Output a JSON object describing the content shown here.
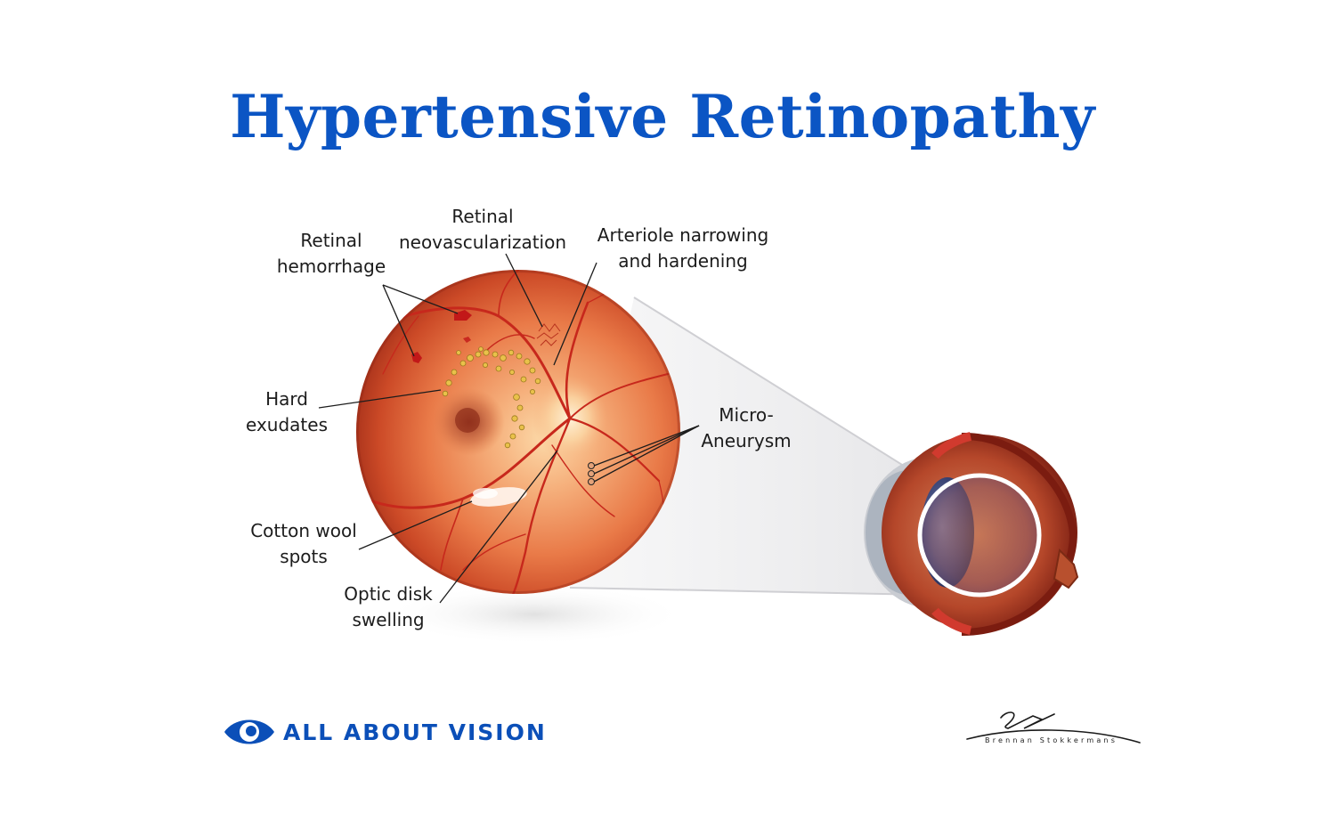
{
  "title": "Hypertensive Retinopathy",
  "labels": {
    "retinal_hemorrhage": [
      "Retinal",
      "hemorrhage"
    ],
    "retinal_neovascularization": [
      "Retinal",
      "neovascularization"
    ],
    "arteriole_narrowing": [
      "Arteriole narrowing",
      "and hardening"
    ],
    "hard_exudates": [
      "Hard",
      "exudates"
    ],
    "micro_aneurysm": [
      "Micro-",
      "Aneurysm"
    ],
    "cotton_wool_spots": [
      "Cotton wool",
      "spots"
    ],
    "optic_disk_swelling": [
      "Optic disk",
      "swelling"
    ]
  },
  "brand": {
    "name": "ALL ABOUT VISION",
    "icon": "eye-logo-icon",
    "color": "#0b4fb8"
  },
  "signature": {
    "name": "Brennan Stokkermans"
  },
  "colors": {
    "title": "#0b55c4",
    "retina_center": "#f6b27e",
    "retina_edge": "#b8321c",
    "vessel": "#c7281c"
  }
}
